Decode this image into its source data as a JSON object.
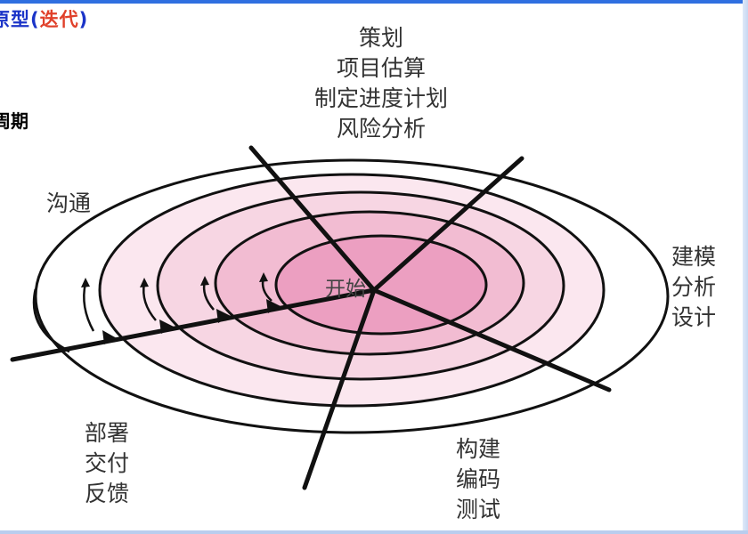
{
  "header": {
    "title_part1": "原型(",
    "title_part2": "迭代",
    "title_part3": ")"
  },
  "subtitle": "周期",
  "diagram": {
    "center": "开始",
    "top": [
      "策划",
      "项目估算",
      "制定进度计划",
      "风险分析"
    ],
    "right": [
      "建模",
      "分析",
      "设计"
    ],
    "bottom_right": [
      "构建",
      "编码",
      "测试"
    ],
    "bottom_left": [
      "部署",
      "交付",
      "反馈"
    ],
    "left": "沟通"
  },
  "colors": {
    "ring_light": "#f7d6e3",
    "ring_mid": "#f2bcd2",
    "ring_dark": "#ec9fc1",
    "title_blue": "#1b34c8",
    "title_red": "#e0402a"
  }
}
